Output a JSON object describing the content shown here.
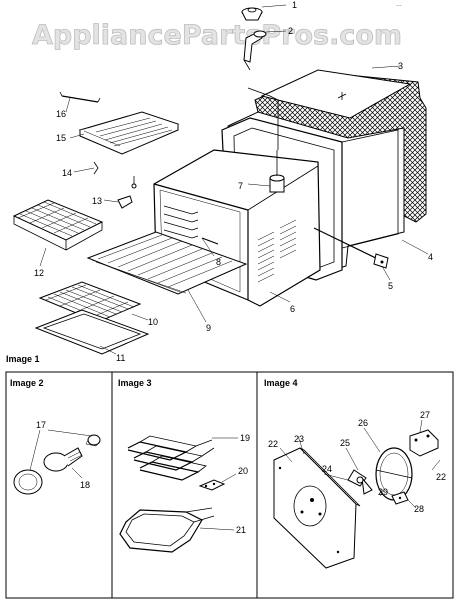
{
  "watermark": "AppliancePartsPros.com",
  "corner_text": "...",
  "sections": {
    "image1": "Image 1",
    "image2": "Image 2",
    "image3": "Image 3",
    "image4": "Image 4"
  },
  "callouts": {
    "c1": "1",
    "c2": "2",
    "c3": "3",
    "c4": "4",
    "c5": "5",
    "c6": "6",
    "c7": "7",
    "c8": "8",
    "c9": "9",
    "c10": "10",
    "c11": "11",
    "c12": "12",
    "c13": "13",
    "c14": "14",
    "c15": "15",
    "c16": "16",
    "c17": "17",
    "c18": "18",
    "c19": "19",
    "c20": "20",
    "c21": "21",
    "c22a": "22",
    "c22b": "22",
    "c23": "23",
    "c24": "24",
    "c25": "25",
    "c26": "26",
    "c27": "27",
    "c28": "28",
    "c29": "29"
  }
}
